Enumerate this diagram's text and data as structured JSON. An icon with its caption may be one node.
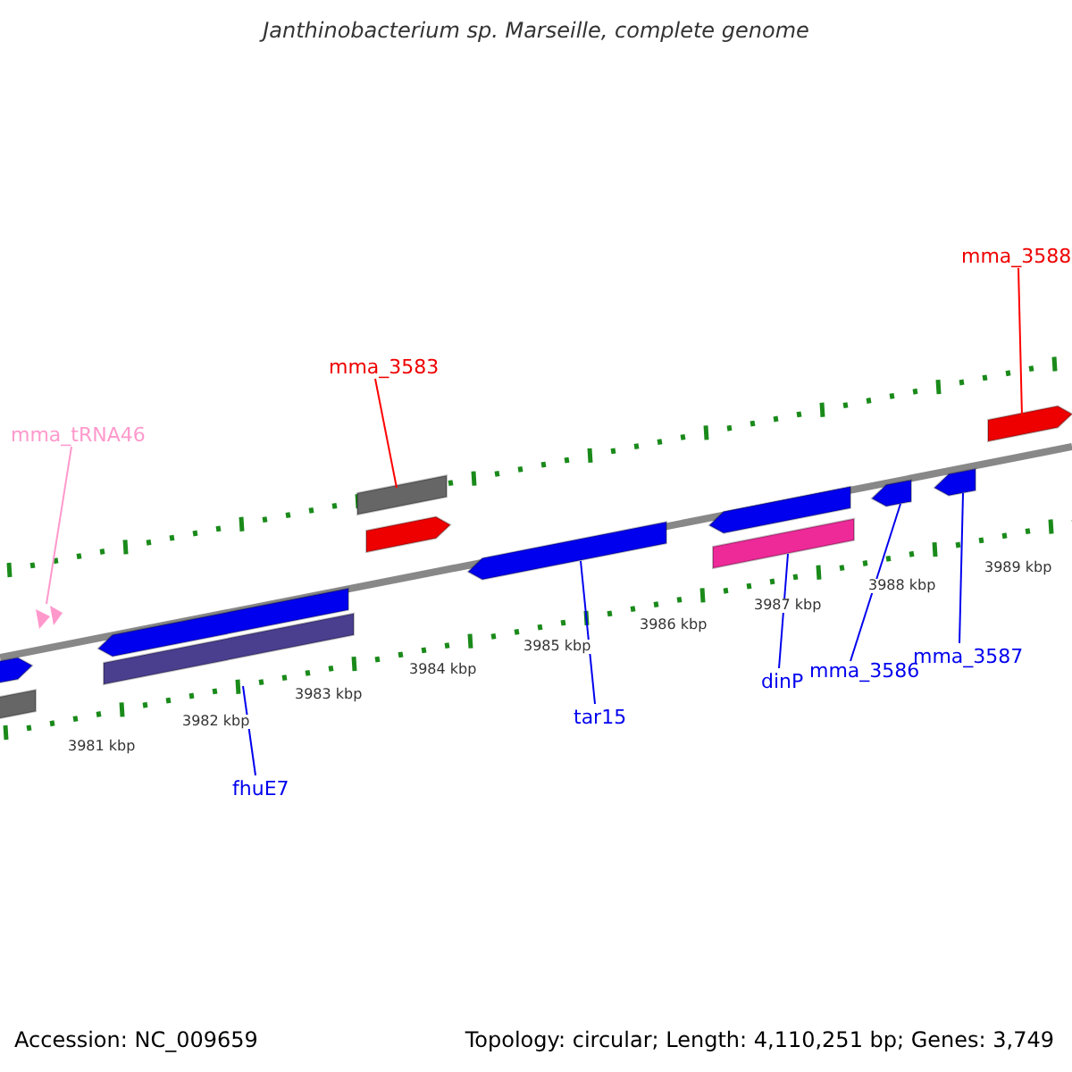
{
  "diagram": {
    "title": "Janthinobacterium sp. Marseille, complete genome",
    "nodes": [
      {
        "text": [
          "mma_tRNA46"
        ]
      },
      {
        "text": [],
        "shape": "arrow"
      },
      {
        "text": [
          "mma_3583"
        ]
      },
      {
        "text": [],
        "shape": "bar"
      },
      {
        "text": [
          "mma_3588"
        ]
      },
      {
        "text": [],
        "shape": "arrow"
      },
      {
        "text": [
          "fhuE7"
        ]
      },
      {
        "text": [],
        "shape": "bar"
      },
      {
        "text": [
          "tar15"
        ]
      },
      {
        "text": [],
        "shape": "arrow"
      },
      {
        "text": [
          "dinP"
        ]
      },
      {
        "text": [],
        "shape": "bar"
      },
      {
        "text": [
          "mma_3586"
        ]
      },
      {
        "text": [],
        "shape": "arrow"
      },
      {
        "text": [
          "mma_3587"
        ]
      },
      {
        "text": [],
        "shape": "arrow"
      },
      {
        "text": [],
        "shape": "arrow"
      },
      {
        "text": [],
        "shape": "bar"
      },
      {
        "text": [],
        "shape": "arrow"
      },
      {
        "text": [],
        "shape": "arrow"
      },
      {
        "text": [],
        "shape": "arrow"
      }
    ],
    "edges": [
      {
        "from": 0,
        "to": 1,
        "arrow": "none",
        "color": "#ff99cc"
      },
      {
        "from": 2,
        "to": 3,
        "arrow": "none",
        "color": "#ff0000"
      },
      {
        "from": 4,
        "to": 5,
        "arrow": "none",
        "color": "#ff0000"
      },
      {
        "from": 6,
        "to": 7,
        "arrow": "none"
      },
      {
        "from": 8,
        "to": 9,
        "arrow": "none"
      },
      {
        "from": 10,
        "to": 11,
        "arrow": "none"
      },
      {
        "from": 12,
        "to": 13,
        "arrow": "none"
      },
      {
        "from": 14,
        "to": 15,
        "arrow": "none"
      }
    ],
    "labels": [
      "3981 kbp",
      "3982 kbp",
      "3983 kbp",
      "3984 kbp",
      "3985 kbp",
      "3986 kbp",
      "3987 kbp",
      "3988 kbp",
      "3989 kbp",
      "Accession: NC_009659",
      "Topology: circular; Length: 4,110,251 bp; Genes: 3,749"
    ]
  }
}
